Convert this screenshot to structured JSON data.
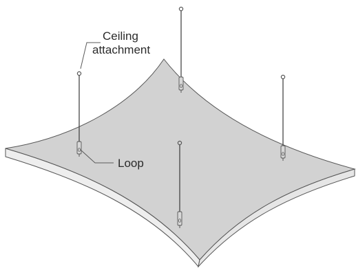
{
  "labels": {
    "ceiling_attachment_line1": "Ceiling",
    "ceiling_attachment_line2": "attachment",
    "loop": "Loop"
  },
  "colors": {
    "panel_top": "#d2d2d2",
    "panel_edge": "#eeeeee",
    "outline": "#555555",
    "leader": "#5a5a5a",
    "text": "#2b2b2b"
  }
}
